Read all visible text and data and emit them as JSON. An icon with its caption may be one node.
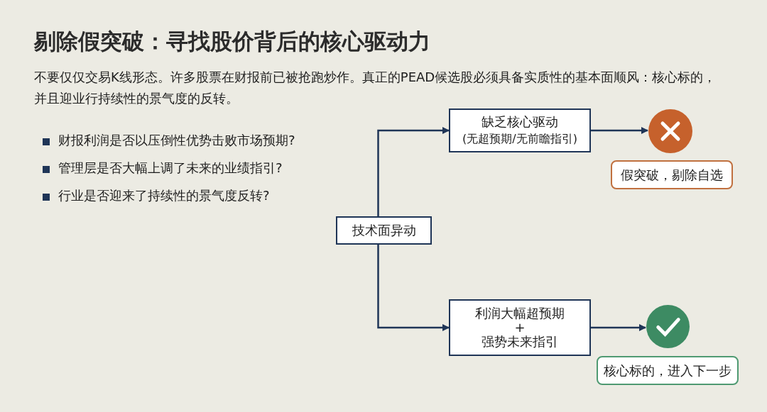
{
  "diagram": {
    "title": "剔除假突破：寻找股价背后的核心驱动力",
    "nodes": [
      {
        "text": [
          "技术面异动"
        ]
      },
      {
        "text": [
          "缺乏核心驱动",
          "(无超预期/无前瞻指引)"
        ]
      },
      {
        "text": [],
        "shape": "circle"
      },
      {
        "text": [
          "假突破，剔除自选"
        ]
      },
      {
        "text": [
          "利润大幅超预期",
          "+",
          "强势未来指引"
        ]
      },
      {
        "text": [],
        "shape": "circle"
      },
      {
        "text": [
          "核心标的，进入下一步"
        ]
      }
    ],
    "edges": [
      {
        "from": 0,
        "to": 1,
        "arrow": "to"
      },
      {
        "from": 1,
        "to": 2,
        "arrow": "to"
      },
      {
        "from": 0,
        "to": 4,
        "arrow": "to"
      },
      {
        "from": 4,
        "to": 5,
        "arrow": "to"
      }
    ],
    "labels": [
      "不要仅仅交易K线形态。许多股票在财报前已被抢跑炒作。真正的PEAD候选股必须具备实质性的基本面顺风：核心标的，并且迎业行持续性的景气度的反转。",
      "财报利润是否以压倒性优势击败市场预期?",
      "管理层是否大幅上调了未来的业绩指引?",
      "行业是否迎来了持续性的景气度反转?"
    ]
  }
}
